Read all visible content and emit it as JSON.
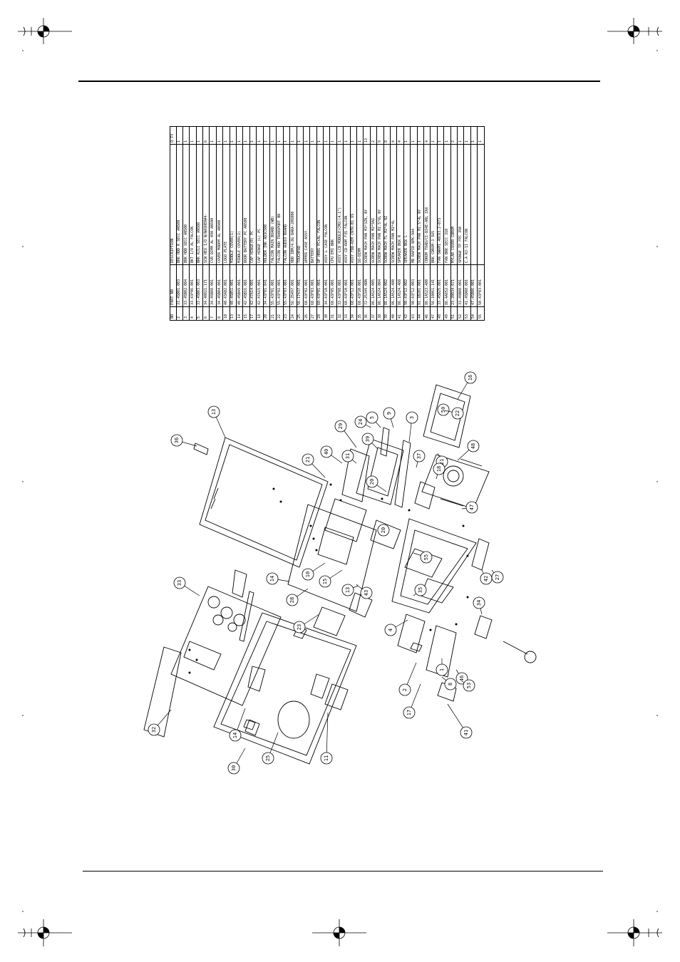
{
  "bom": {
    "headers": [
      "NO",
      "PART NO",
      "DESCRIPTION",
      "Q'TY"
    ],
    "rows": [
      [
        "2",
        "33.45B01.003",
        "BRK HDD R SECC AN500",
        "1"
      ],
      [
        "3",
        "33.45B02.004",
        "BRK HDD SECC AN500",
        "1"
      ],
      [
        "4",
        "33.43F06.001",
        "BKT I/O AL FALCON",
        "1"
      ],
      [
        "5",
        "33.45B03.003",
        "BRK RJ11 SECC AN500",
        "1"
      ],
      [
        "6",
        "34.40021.171",
        "SCW HEX I/O W/WASHER#4-",
        "6"
      ],
      [
        "7",
        "34.45B08.001",
        "CVR DIMM AL 090 AN500",
        "1"
      ],
      [
        "8",
        "34.45B04.001",
        "COVER MODEM AL AN500",
        "1"
      ],
      [
        "10",
        "40.43A02.001",
        "LOGO PLATE",
        "1"
      ],
      [
        "13",
        "40.45B51.001",
        "MIDDLE COVER(1)",
        "1"
      ],
      [
        "14",
        "40.45B49.001",
        "MIDDLE COVER(2)",
        "1"
      ],
      [
        "15",
        "42.45B16.001",
        "DOOR BATTERY PC AN500",
        "1"
      ],
      [
        "17",
        "42.47A14.001",
        "CAP HINGE(R) PC",
        "1"
      ],
      [
        "18",
        "42.47A15.001",
        "CAP HINGE (L) PC",
        "1"
      ],
      [
        "20",
        "34.43F01.041",
        "HOLDER INK AD3C500",
        "1"
      ],
      [
        "21",
        "55.43F01.001",
        "FALCON MAIN BOARD (WB)",
        "1"
      ],
      [
        "22",
        "55.43F02.001",
        "FALCON HDD TRANSPORT BD",
        "1"
      ],
      [
        "23",
        "55.43F03.001",
        "FALCON AUDIO BOARD",
        "1"
      ],
      [
        "24",
        "56.25497.001",
        "HDD IBM/4.8G DARA-206000",
        "1"
      ],
      [
        "25",
        "56.17437.001",
        "TOUCHPAD",
        "1"
      ],
      [
        "26",
        "60.43F02.001",
        "UPPER CASE ASSY.",
        "1"
      ],
      [
        "27",
        "60.43F03.001",
        "BATTERY",
        "1"
      ],
      [
        "28",
        "60.43F01.001",
        "UP HRNS PC+AL FALCON",
        "1"
      ],
      [
        "30",
        "34.43F10.001",
        "ASSY L CASE FALCON",
        "1"
      ],
      [
        "31",
        "60.43F05.001",
        "CPU EMI BRK",
        "1"
      ],
      [
        "32",
        "33.43F08.001",
        "ASSY LCD MODULE(CMO)(4.1\")",
        "1"
      ],
      [
        "33",
        "60.43F10.001",
        "ASSY CD-ROM F35 FALCON",
        "1"
      ],
      [
        "34",
        "60.43F12.001",
        "ASSY FDD-KEM CNTR.B1 6S",
        "1"
      ],
      [
        "35",
        "60.43F20.001",
        "SO-DIMM",
        "1"
      ],
      [
        "36",
        "72.25349.0DN",
        "SCREW MACH PAN M3*3ZN, NY",
        "13"
      ],
      [
        "37",
        "86.1A524.005",
        "SCREW MACH PAN M2*5NI",
        "2"
      ],
      [
        "38",
        "86.1A524.004",
        "SCREW MACH PAN M2.5*6L NY",
        "9"
      ],
      [
        "39",
        "86.1A524.002",
        "SCREW MACH FL M2*4L NI",
        "8"
      ],
      [
        "40",
        "86.1A524.480",
        "SCREW MACH PAN M2*4L",
        "4"
      ],
      [
        "41",
        "86.1A524.460",
        "SPEAKER BOX R",
        "4"
      ],
      [
        "42",
        "90.43F12.002",
        "SPEAKER BOX L",
        "1"
      ],
      [
        "43",
        "90.43F12.003",
        "MB RAPID NPK-9A4",
        "1"
      ],
      [
        "44",
        "91.1B201.001",
        "SCREW MACH PAN M2.5*4L NY",
        "1"
      ],
      [
        "46",
        "86.1A523.480",
        "CDROM TOAD/CI-D24E-ANL ZAX",
        "4"
      ],
      [
        "47",
        "56.10061.141",
        "BRK CDROM-3 SUS",
        "1"
      ],
      [
        "48",
        "33.45D25.001",
        "FAN SWAMI 40C03.2-073",
        "1"
      ],
      [
        "49",
        "86.4A652.001",
        "FAN BRK SECC 310",
        "1"
      ],
      [
        "51",
        "23.20034.071",
        "MYLAR COVER CDROM",
        "2"
      ],
      [
        "52",
        "33.45B08.001",
        "SPONGE TP FPC 350",
        "1"
      ],
      [
        "53",
        "41.45D08.001",
        "C.A RJ-11 FALCON",
        "1"
      ],
      [
        "54",
        "47.45B06.001",
        "",
        "1"
      ],
      [
        "55",
        "50.43F03.001",
        "",
        "1"
      ]
    ]
  },
  "callouts": [
    "36",
    "13",
    "33",
    "32",
    "14",
    "30",
    "25",
    "11",
    "14",
    "28",
    "10",
    "23",
    "40",
    "21",
    "29",
    "15",
    "13",
    "43",
    "39",
    "5",
    "9",
    "20",
    "24",
    "3",
    "20",
    "37",
    "17",
    "41",
    "2",
    "4",
    "1",
    "8",
    "48",
    "47",
    "55",
    "21",
    "50",
    "22",
    "42",
    "27",
    "16",
    "34",
    "46",
    "53",
    "35",
    "18",
    "31"
  ],
  "colors": {
    "line": "#000000",
    "background": "#ffffff"
  }
}
